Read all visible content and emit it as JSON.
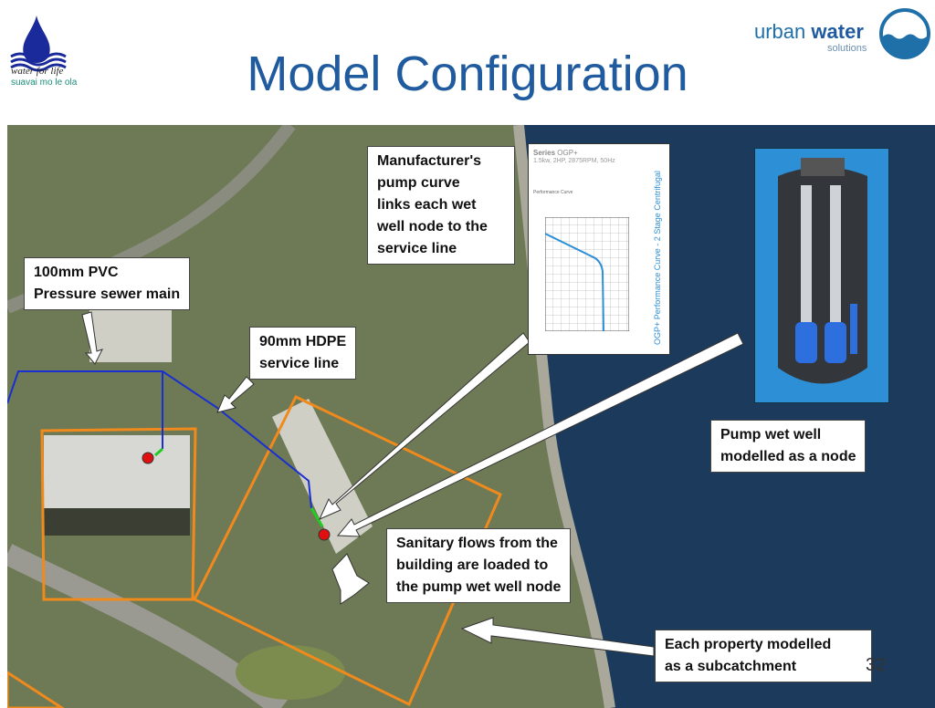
{
  "title": "Model Configuration",
  "logos": {
    "left_line1": "water for life",
    "left_line2": "suavai mo le ola",
    "right_word1": "urban",
    "right_word2": "water",
    "right_sub": "solutions"
  },
  "callouts": {
    "pvc": [
      "100mm PVC",
      "Pressure sewer main"
    ],
    "hdpe": [
      "90mm HDPE",
      "service line"
    ],
    "pump_curve": [
      "Manufacturer's",
      "pump curve",
      "links each wet",
      "well node to the",
      "service line"
    ],
    "wet_well": [
      "Pump wet well",
      "modelled as a node"
    ],
    "sanitary": [
      "Sanitary flows from the",
      "building are loaded to",
      "the pump wet well node"
    ],
    "subcatchment": [
      "Each property modelled",
      "as a subcatchment"
    ]
  },
  "pump_curve_image": {
    "series": "Series",
    "model": "OGP+",
    "spec": "1.5kw, 2HP, 2875RPM, 50Hz",
    "heading": "Performance Curve",
    "side_title": "OGP+ Performance Curve - 2 Stage Centrifugal"
  },
  "page_number": "32",
  "colors": {
    "title": "#1f5b9e",
    "subcatchment": "#f08a1c",
    "pipe": "#1a2fd0",
    "service": "#22cc22",
    "node": "#e01010",
    "sea": "#1a3a5e"
  }
}
